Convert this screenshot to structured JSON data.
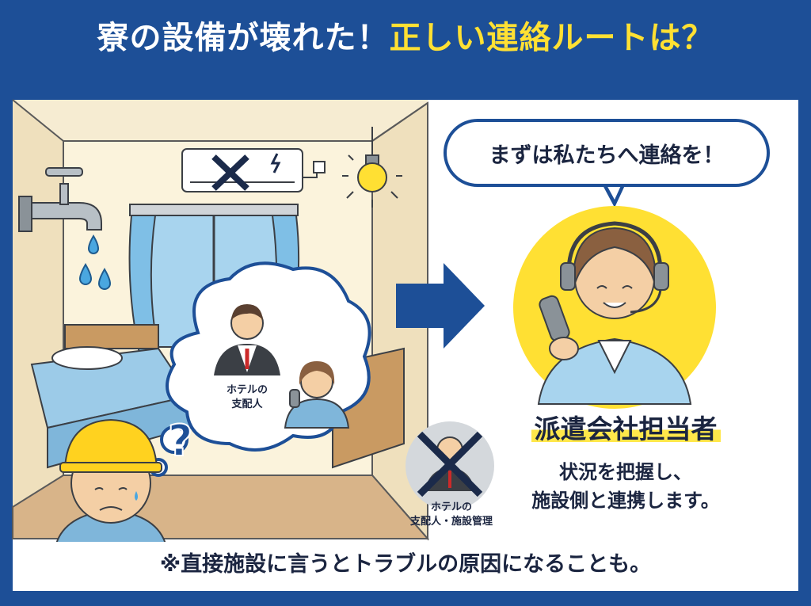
{
  "title": {
    "part1": "寮の設備が壊れた！",
    "part2": "正しい連絡ルートは？"
  },
  "speech_bubble": "まずは私たちへ連絡を！",
  "agent": {
    "role": "派遣会社担当者",
    "desc_line1": "状況を把握し、",
    "desc_line2": "施設側と連携します。"
  },
  "cloud": {
    "label_line1": "ホテルの",
    "label_line2": "支配人"
  },
  "crossed_contact": {
    "label_line1": "ホテルの",
    "label_line2": "支配人・施設管理"
  },
  "footer_note": "※直接施設に言うとトラブルの原因になることも。",
  "question_mark": "?",
  "colors": {
    "navy": "#1d4f97",
    "yellow": "#ffe033",
    "wall": "#fbf3dc",
    "floor": "#d8b489",
    "window": "#a8d4ee"
  },
  "icons": [
    "faucet-icon",
    "water-drop-icon",
    "air-conditioner-icon",
    "light-bulb-icon",
    "arrow-right-icon",
    "worker-icon",
    "headset-agent-icon",
    "manager-icon",
    "cross-icon"
  ]
}
